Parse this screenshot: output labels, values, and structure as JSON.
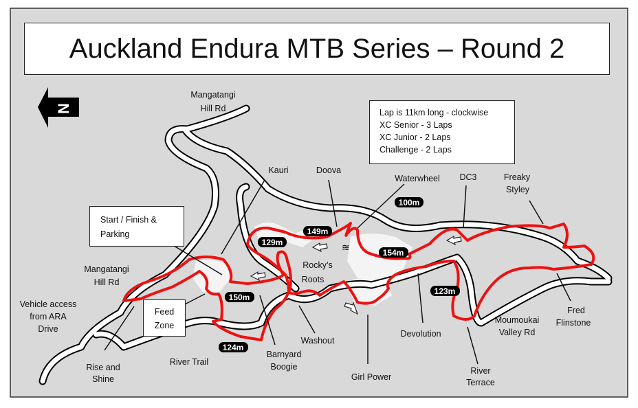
{
  "title": "Auckland Endura MTB Series – Round 2",
  "info_box": {
    "lines": [
      "Lap is 11km long - clockwise",
      "XC Senior - 3 Laps",
      "XC Junior - 2 Laps",
      "Challenge - 2 Laps"
    ]
  },
  "compass": {
    "letter": "N",
    "icon": "north-arrow-icon"
  },
  "callouts": {
    "start_finish": [
      "Start / Finish &",
      "Parking"
    ],
    "feed_zone": [
      "Feed",
      "Zone"
    ]
  },
  "roads": {
    "mangatangi_top": [
      "Mangatangi",
      "Hill Rd"
    ],
    "mangatangi_left": [
      "Mangatangi",
      "Hill Rd"
    ],
    "vehicle_access": [
      "Vehicle access",
      "from ARA",
      "Drive"
    ],
    "moumoukai": [
      "Moumoukai",
      "Valley Rd"
    ]
  },
  "trails": {
    "kauri": "Kauri",
    "doova": "Doova",
    "waterwheel": "Waterwheel",
    "dc3": "DC3",
    "freaky_styley": [
      "Freaky",
      "Styley"
    ],
    "rockys_roots": [
      "Rocky’s",
      "Roots"
    ],
    "rise_and_shine": [
      "Rise and",
      "Shine"
    ],
    "river_trail": "River Trail",
    "barnyard_boogie": [
      "Barnyard",
      "Boogie"
    ],
    "washout": "Washout",
    "girl_power": "Girl Power",
    "devolution": "Devolution",
    "river_terrace": [
      "River",
      "Terrace"
    ],
    "fred_flinstone": [
      "Fred",
      "Flinstone"
    ]
  },
  "elevations": {
    "e100": "100m",
    "e149": "149m",
    "e129": "129m",
    "e154": "154m",
    "e123": "123m",
    "e150": "150m",
    "e124": "124m"
  },
  "colors": {
    "course": "#ee1111",
    "background": "#d9d9d9",
    "road": "#ffffff",
    "road_edge": "#000000"
  }
}
